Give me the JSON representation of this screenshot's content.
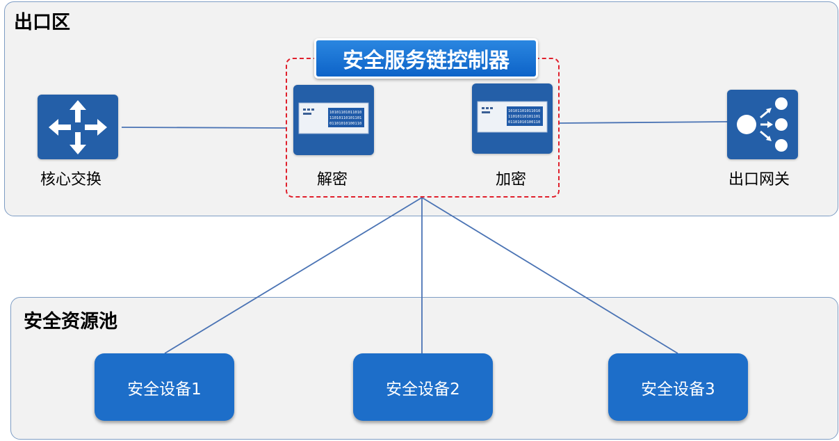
{
  "zones": {
    "exit": {
      "title": "出口区"
    },
    "pool": {
      "title": "安全资源池"
    }
  },
  "controller": {
    "title": "安全服务链控制器"
  },
  "nodes": {
    "core_switch": {
      "label": "核心交换",
      "icon": "router-arrows-icon"
    },
    "decrypt": {
      "label": "解密",
      "icon": "crypto-appliance-icon"
    },
    "encrypt": {
      "label": "加密",
      "icon": "crypto-appliance-icon"
    },
    "exit_gateway": {
      "label": "出口网关",
      "icon": "load-balancer-icon"
    }
  },
  "devices": [
    {
      "label": "安全设备1"
    },
    {
      "label": "安全设备2"
    },
    {
      "label": "安全设备3"
    }
  ],
  "colors": {
    "zone_border": "#7d9cc4",
    "zone_fill": "#f2f2f2",
    "controller_blue": "#1a73d6",
    "dashed_red": "#e0202c",
    "icon_blue": "#245fa8",
    "device_blue": "#1d6ec9",
    "link": "#4a73b4"
  }
}
